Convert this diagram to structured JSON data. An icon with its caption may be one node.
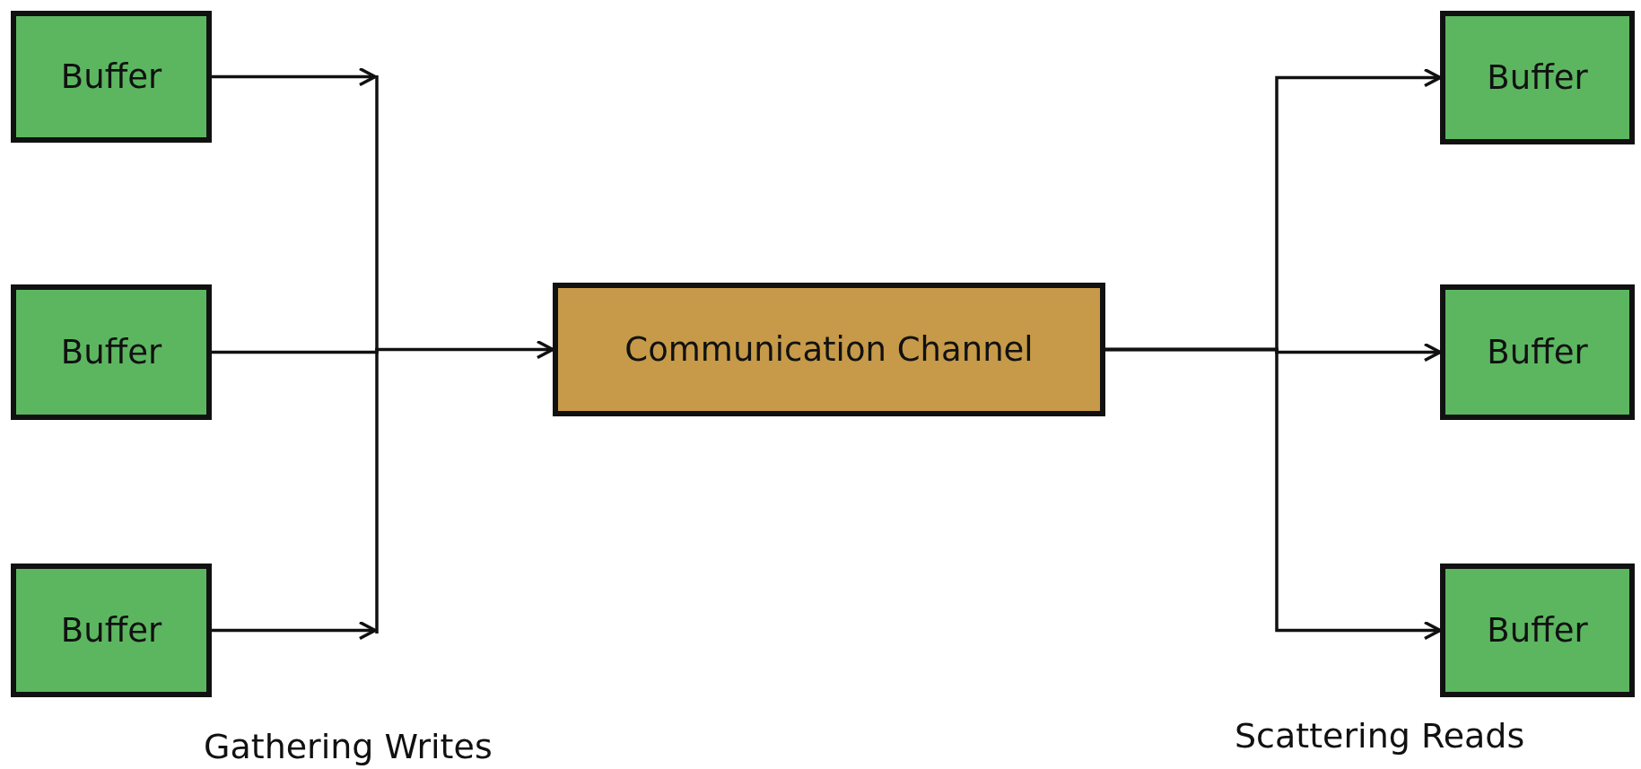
{
  "diagram": {
    "nodes": [
      {
        "text": [
          "Buffer"
        ]
      },
      {
        "text": [
          "Buffer"
        ]
      },
      {
        "text": [
          "Buffer"
        ]
      },
      {
        "text": [
          "Communication Channel"
        ]
      },
      {
        "text": [
          "Buffer"
        ]
      },
      {
        "text": [
          "Buffer"
        ]
      },
      {
        "text": [
          "Buffer"
        ]
      }
    ],
    "edges": [
      {
        "from": 0,
        "to": null,
        "arrow": "to"
      },
      {
        "from": 1,
        "to": 3,
        "arrow": "to"
      },
      {
        "from": 2,
        "to": null,
        "arrow": "to"
      },
      {
        "from": 3,
        "to": 4,
        "arrow": "to"
      },
      {
        "from": 3,
        "to": 5,
        "arrow": "to"
      },
      {
        "from": 3,
        "to": 6,
        "arrow": "to"
      }
    ],
    "labels": [
      "Gathering Writes",
      "Scattering Reads"
    ]
  }
}
